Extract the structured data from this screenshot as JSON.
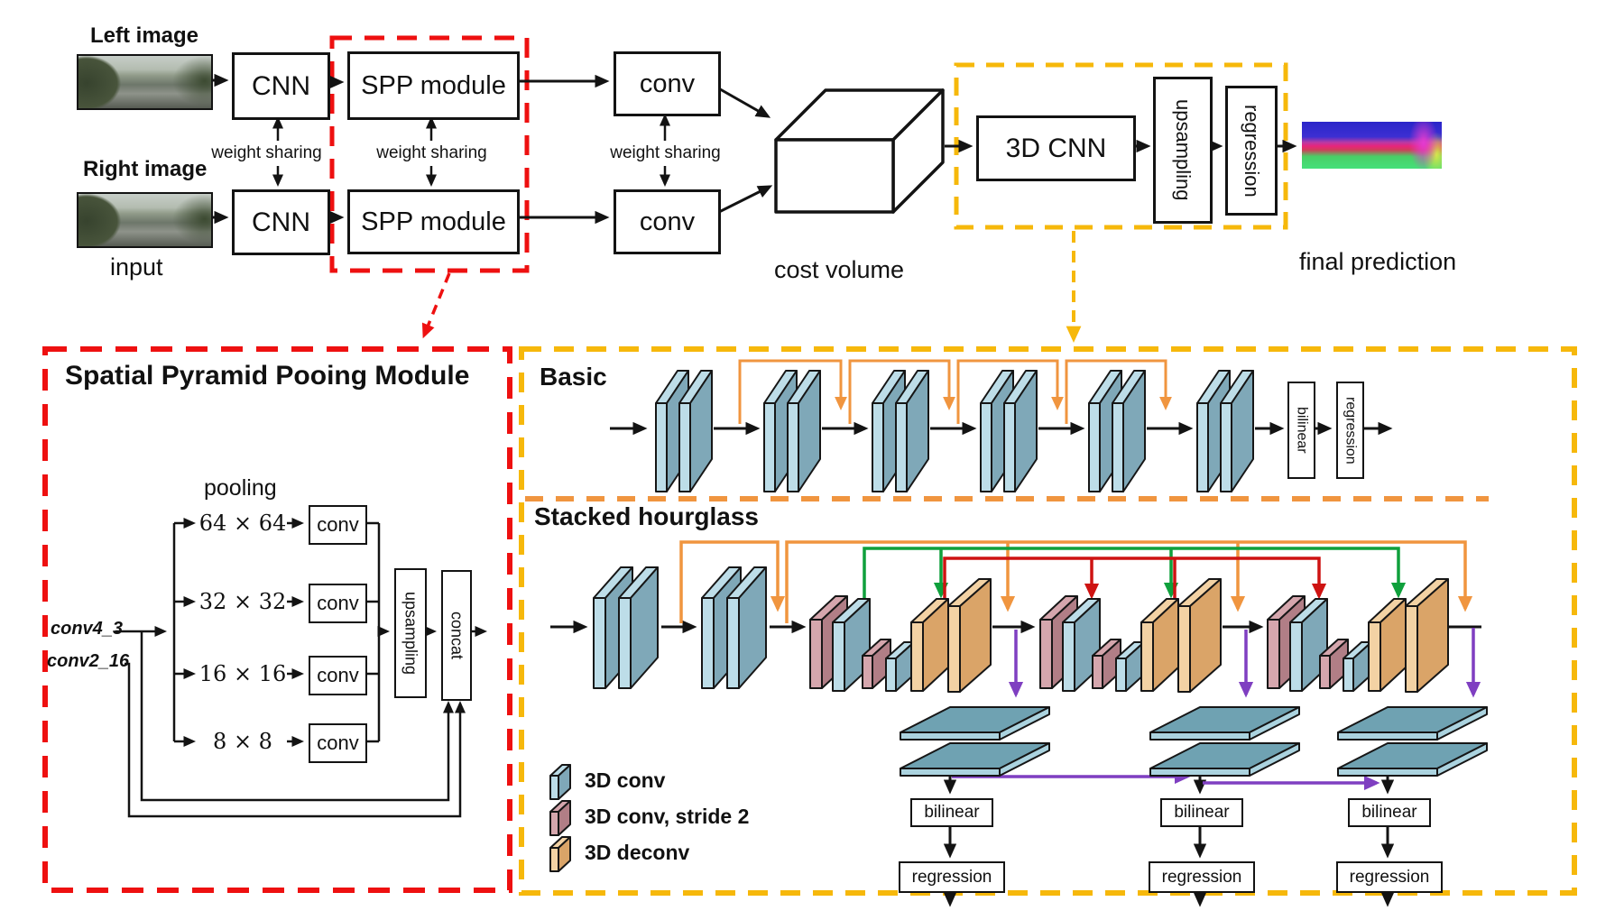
{
  "figure": {
    "top_pipeline": {
      "left_image_label": "Left image",
      "right_image_label": "Right image",
      "input_label": "input",
      "cnn_label": "CNN",
      "spp_module_label": "SPP module",
      "conv_label": "conv",
      "weight_sharing_label": "weight sharing",
      "cost_volume_label": "cost volume",
      "threed_cnn_label": "3D CNN",
      "upsampling_label": "upsampling",
      "regression_label": "regression",
      "final_prediction_label": "final prediction"
    },
    "spp_detail": {
      "title": "Spatial Pyramid Pooing Module",
      "pooling_label": "pooling",
      "branch_sizes": [
        "64 × 64",
        "32 × 32",
        "16 × 16",
        "8 × 8"
      ],
      "conv_label": "conv",
      "upsampling_label": "upsampling",
      "concat_label": "concat",
      "input_feature_1": "conv4_3",
      "input_feature_2": "conv2_16"
    },
    "threed_cnn_detail": {
      "basic_title": "Basic",
      "stacked_hourglass_title": "Stacked hourglass",
      "bilinear_label": "bilinear",
      "regression_label": "regression",
      "legend": {
        "conv3d": "3D conv",
        "conv3d_stride2": "3D conv, stride 2",
        "deconv3d": "3D deconv"
      }
    },
    "colors": {
      "red_dashed": "#EE1010",
      "yellow_dashed": "#F6B80B",
      "skip_orange": "#F0953F",
      "skip_green": "#0FA03C",
      "skip_red": "#CE1312",
      "skip_purple": "#7F3FC1",
      "conv3d_fill": "#7FA8B8",
      "conv3d_stride2_fill": "#B17E86",
      "deconv3d_fill": "#DAA468"
    }
  }
}
